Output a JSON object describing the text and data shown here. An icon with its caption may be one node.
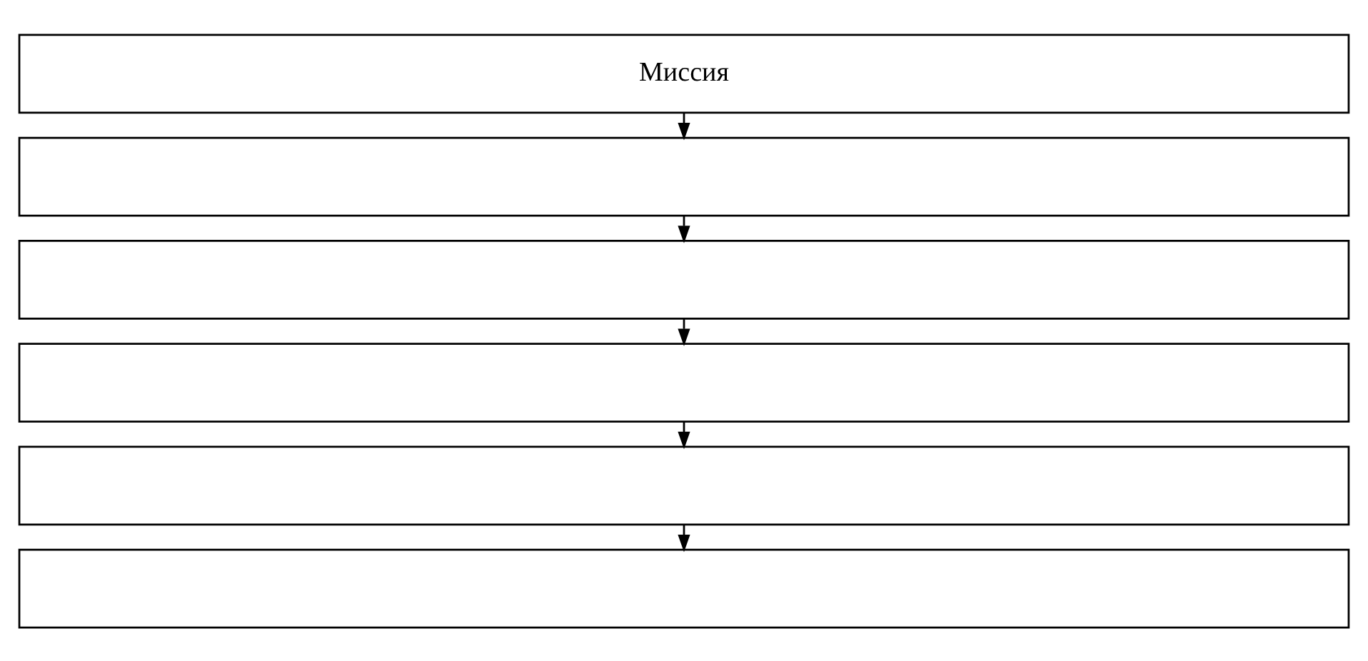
{
  "diagram": {
    "nodes": [
      {
        "text": [
          "Миссия"
        ]
      },
      {
        "text": [],
        "shape": "box"
      },
      {
        "text": [],
        "shape": "box"
      },
      {
        "text": [],
        "shape": "box"
      },
      {
        "text": [],
        "shape": "box"
      },
      {
        "text": [],
        "shape": "box"
      }
    ],
    "edges": [
      {
        "from": 0,
        "to": 1,
        "arrow": "to"
      },
      {
        "from": 1,
        "to": 2,
        "arrow": "to"
      },
      {
        "from": 2,
        "to": 3,
        "arrow": "to"
      },
      {
        "from": 3,
        "to": 4,
        "arrow": "to"
      },
      {
        "from": 4,
        "to": 5,
        "arrow": "to"
      }
    ]
  }
}
